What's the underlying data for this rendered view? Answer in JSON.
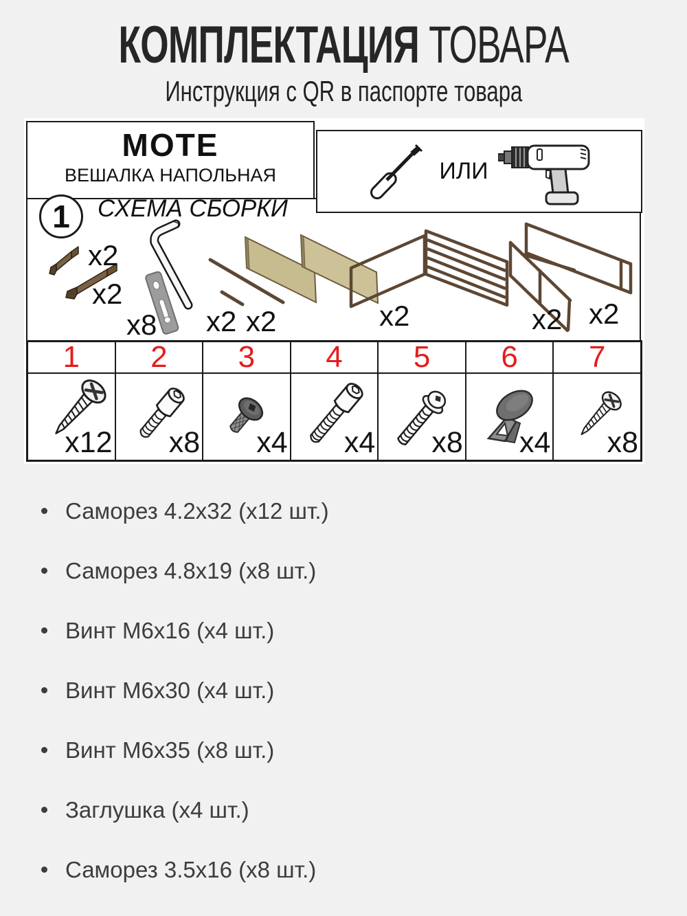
{
  "header": {
    "title_strong": "КОМПЛЕКТАЦИЯ",
    "title_light": " ТОВАРА",
    "subtitle": "Инструкция с QR в паспорте товара"
  },
  "diagram": {
    "product_name": "MOTE",
    "product_subtitle": "ВЕШАЛКА НАПОЛЬНАЯ",
    "or_label": "ИЛИ",
    "step_number": "1",
    "schema_title": "СХЕМА СБОРКИ",
    "schema_quantities": {
      "bracket_small": "x2",
      "bracket_large": "x2",
      "plate": "x8",
      "rod_long": "x2",
      "rod_short": "x2",
      "panel": "x2",
      "slat_frame": "x2",
      "side_frame": "x2"
    },
    "fasteners": [
      {
        "number": "1",
        "icon": "phillips-tapping-screw",
        "qty": "x12"
      },
      {
        "number": "2",
        "icon": "socket-head-bolt",
        "qty": "x8"
      },
      {
        "number": "3",
        "icon": "button-head-screw",
        "qty": "x4"
      },
      {
        "number": "4",
        "icon": "socket-head-bolt-long",
        "qty": "x4"
      },
      {
        "number": "5",
        "icon": "hex-head-bolt",
        "qty": "x8"
      },
      {
        "number": "6",
        "icon": "plug-clip",
        "qty": "x4"
      },
      {
        "number": "7",
        "icon": "phillips-tapping-screw-small",
        "qty": "x8"
      }
    ]
  },
  "parts_list": [
    "Саморез 4.2х32 (х12 шт.)",
    "Саморез 4.8х19 (х8 шт.)",
    "Винт М6х16 (х4 шт.)",
    "Винт М6х30 (х4 шт.)",
    "Винт М6х35 (х8 шт.)",
    "Заглушка (х4 шт.)",
    "Саморез 3.5х16 (х8 шт.)"
  ],
  "colors": {
    "page_bg": "#f1f1f2",
    "accent_red": "#e51c1c",
    "wood_brown": "#5d4733",
    "panel_tan": "#c7bc90",
    "text_dark": "#3d3d3d"
  }
}
